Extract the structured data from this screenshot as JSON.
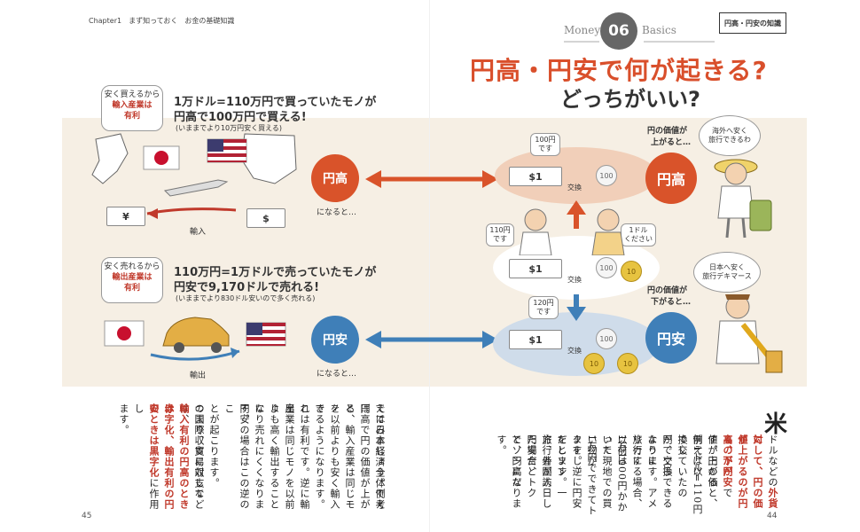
{
  "header": {
    "chapter": "Chapter1　まず知っておく　お金の基礎知識",
    "money_left": "Money",
    "number": "06",
    "money_right": "Basics",
    "tag": "円高・円安の知識"
  },
  "title": {
    "main": "円高・円安で何が起きる?",
    "sub": "どっちがいい?"
  },
  "top_row": {
    "callout": {
      "line1": "安く買えるから",
      "line2": "輸入産業は",
      "line3": "有利"
    },
    "headline1": "1万ドル=110万円で買っていたモノが",
    "headline2": "円高で100万円で買える!",
    "note": "(いままでより10万円安く買える)",
    "flow_label": "輸入",
    "yen_symbol": "¥",
    "dollar_symbol": "$",
    "circle": "円高",
    "nari": "になると…"
  },
  "bottom_row": {
    "callout": {
      "line1": "安く売れるから",
      "line2": "輸出産業は",
      "line3": "有利"
    },
    "headline1": "110万円=1万ドルで売っていたモノが",
    "headline2": "円安で9,170ドルで売れる!",
    "note": "(いままでより830ドル安いので多く売れる)",
    "flow_label": "輸出",
    "circle": "円安",
    "nari": "になると…"
  },
  "right": {
    "bubble_100": "100円\nです",
    "bubble_110": "110円\nです",
    "bubble_1dollar": "1ドル\nください",
    "bubble_120": "120円\nです",
    "bill": "$1",
    "exchange": "交換",
    "coin_100": "100",
    "coin_10": "10",
    "high_value_1": "円の価値が",
    "high_value_2": "上がると…",
    "low_value_1": "円の価値が",
    "low_value_2": "下がると…",
    "traveler_out": "海外へ安く\n旅行できるわ",
    "traveler_in": "日本へ安く\n旅行デキマース",
    "circle_high": "円高",
    "circle_low": "円安"
  },
  "body_right": {
    "bigchar": "米",
    "cols": [
      {
        "segments": [
          {
            "t": "ドルなどの",
            "e": false
          },
          {
            "t": "外貨に",
            "e": true
          }
        ]
      },
      {
        "segments": [
          {
            "t": "対して、円の価値",
            "e": true
          }
        ]
      },
      {
        "segments": [
          {
            "t": "が上がるのが円高、下が",
            "e": true
          }
        ]
      },
      {
        "segments": [
          {
            "t": "るのが円安",
            "e": true
          },
          {
            "t": "です。円の価",
            "e": false
          }
        ]
      },
      {
        "segments": [
          {
            "t": "値が上がると、例えば以",
            "e": false
          }
        ]
      },
      {
        "segments": [
          {
            "t": "前1ドル=110円で交",
            "e": false
          }
        ]
      },
      {
        "segments": [
          {
            "t": "換していたのが、100",
            "e": false
          }
        ]
      },
      {
        "segments": [
          {
            "t": "円で交換できるように",
            "e": false
          }
        ]
      },
      {
        "segments": [
          {
            "t": "なります。アメリカに",
            "e": false
          }
        ]
      },
      {
        "segments": [
          {
            "t": "旅行する場合、以前は",
            "e": false
          }
        ]
      },
      {
        "segments": [
          {
            "t": "1万1000円かかって",
            "e": false
          }
        ]
      },
      {
        "segments": [
          {
            "t": "いた現地での買い物が",
            "e": false
          }
        ]
      },
      {
        "segments": [
          {
            "t": "1万円でできてトクをし",
            "e": false
          }
        ]
      },
      {
        "segments": [
          {
            "t": "ます。逆に円安だとソン",
            "e": false
          }
        ]
      },
      {
        "segments": [
          {
            "t": "をします。一方、外国人",
            "e": false
          }
        ]
      },
      {
        "segments": [
          {
            "t": "旅行者が訪日した場合、",
            "e": false
          }
        ]
      },
      {
        "segments": [
          {
            "t": "円安だとトクで、円高だ",
            "e": false
          }
        ]
      },
      {
        "segments": [
          {
            "t": "とソンになります。",
            "e": false
          }
        ]
      }
    ]
  },
  "body_left": {
    "cols": [
      {
        "segments": [
          {
            "t": "では日本経済全体で考",
            "e": false
          }
        ]
      },
      {
        "segments": [
          {
            "t": "えてみましょう。例えば",
            "e": false
          }
        ]
      },
      {
        "segments": [
          {
            "t": "円高で円の価値が上がる",
            "e": false
          }
        ]
      },
      {
        "segments": [
          {
            "t": "と、輸入産業は同じモノ",
            "e": false
          }
        ]
      },
      {
        "segments": [
          {
            "t": "を以前よりも安く輸入で",
            "e": false
          }
        ]
      },
      {
        "segments": [
          {
            "t": "きるようになります。こ",
            "e": false
          }
        ]
      },
      {
        "segments": [
          {
            "t": "れは有利です。逆に輸出",
            "e": false
          }
        ]
      },
      {
        "segments": [
          {
            "t": "産業は同じモノを以前よ",
            "e": false
          }
        ]
      },
      {
        "segments": [
          {
            "t": "りも高く輸出することに",
            "e": false
          }
        ]
      },
      {
        "segments": [
          {
            "t": "なり売れにくくなります。",
            "e": false
          }
        ]
      },
      {
        "segments": [
          {
            "t": "円安の場合はこの逆のこ",
            "e": false
          }
        ]
      },
      {
        "segments": [
          {
            "t": "とが起こります。",
            "e": false
          }
        ]
      },
      {
        "segments": [
          {
            "t": "つまり、貿易収支など",
            "e": false
          }
        ]
      },
      {
        "segments": [
          {
            "t": "の国際収支に対しては、",
            "e": false
          }
        ]
      },
      {
        "segments": [
          {
            "t": "輸入有利の円高のときは",
            "e": true
          }
        ]
      },
      {
        "segments": [
          {
            "t": "赤字化、輸出有利の円安",
            "e": true
          }
        ]
      },
      {
        "segments": [
          {
            "t": "のときは黒字化",
            "e": true
          },
          {
            "t": "に作用し",
            "e": false
          }
        ]
      },
      {
        "segments": [
          {
            "t": "ます。",
            "e": false
          }
        ]
      }
    ]
  },
  "page_numbers": {
    "left": "45",
    "right": "44"
  },
  "colors": {
    "accent": "#d94f2b",
    "high": "#d9532a",
    "low": "#3f7fb8",
    "band": "#f6efe4"
  }
}
